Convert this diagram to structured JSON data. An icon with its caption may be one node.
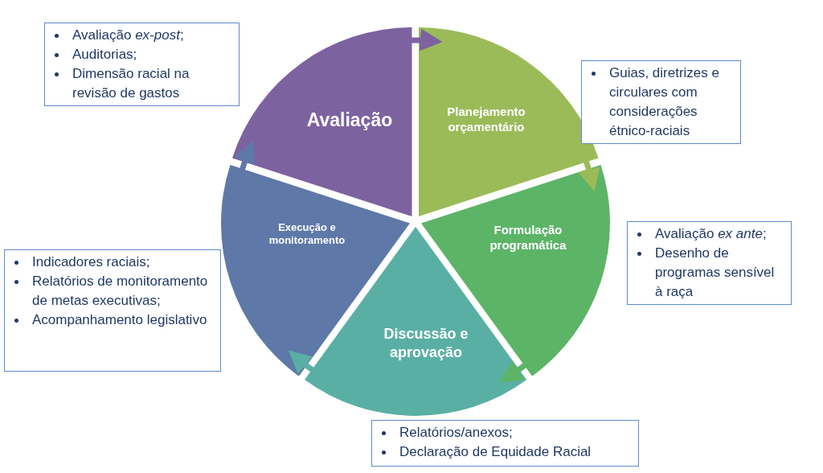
{
  "diagram": {
    "nodes": [
      {
        "text": [
          "Avaliação *ex-post*;",
          "Auditorias;",
          "Dimensão racial na revisão de gastos"
        ]
      },
      {
        "text": [
          "Avaliação"
        ]
      },
      {
        "text": [
          "Planejamento orçamentário"
        ]
      },
      {
        "text": [
          "Guias, diretrizes e circulares com considerações étnico-raciais"
        ]
      },
      {
        "text": [
          "Formulação programática"
        ]
      },
      {
        "text": [
          "Avaliação *ex ante*;",
          "Desenho de programas sensível à raça"
        ]
      },
      {
        "text": [
          "Execução e monitoramento"
        ]
      },
      {
        "text": [
          "Indicadores raciais;",
          "Relatórios de monitoramento de metas executivas;",
          "Acompanhamento legislativo"
        ]
      },
      {
        "text": [
          "Discussão e aprovação"
        ]
      },
      {
        "text": [
          "Relatórios/anexos;",
          "Declaração de Equidade Racial"
        ]
      }
    ],
    "edges": [
      {
        "from": 1,
        "to": 2,
        "arrow": "to",
        "color": "#7d62a0"
      },
      {
        "from": 2,
        "to": 4,
        "arrow": "to",
        "color": "#9bbb59"
      },
      {
        "from": 4,
        "to": 8,
        "arrow": "to",
        "color": "#5cb467"
      },
      {
        "from": 8,
        "to": 6,
        "arrow": "to",
        "color": "#5aafa4"
      },
      {
        "from": 6,
        "to": 1,
        "arrow": "to",
        "color": "#5e78a8"
      }
    ]
  }
}
